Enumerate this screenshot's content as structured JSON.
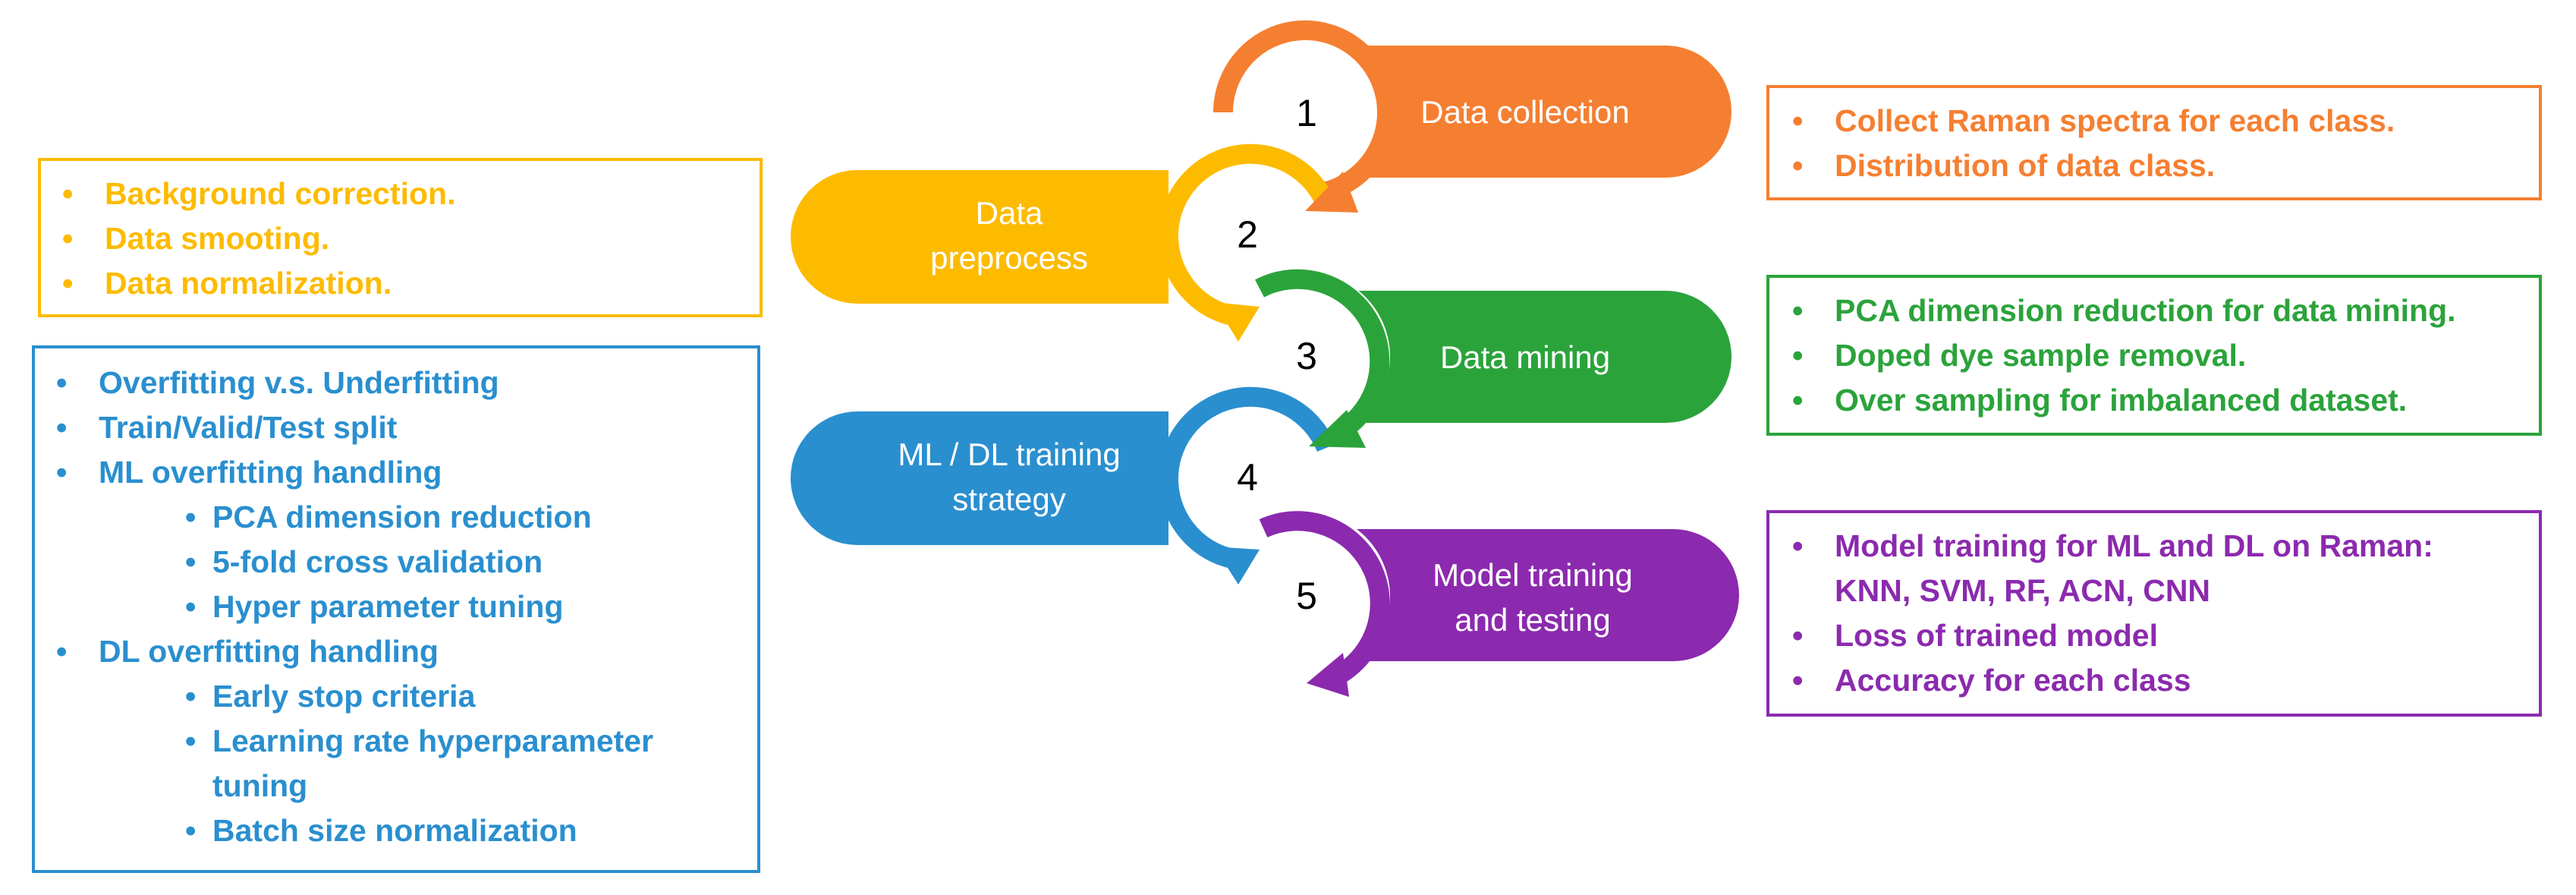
{
  "colors": {
    "orange": "#F57F31",
    "yellow": "#FDBB00",
    "green": "#2BA33B",
    "blue": "#2A8FCF",
    "purple": "#8B2AAE",
    "step_number": "#000000",
    "pill_text": "#ffffff"
  },
  "steps": [
    {
      "number": "1",
      "label_lines": [
        "Data collection"
      ]
    },
    {
      "number": "2",
      "label_lines": [
        "Data",
        "preprocess"
      ]
    },
    {
      "number": "3",
      "label_lines": [
        "Data mining"
      ]
    },
    {
      "number": "4",
      "label_lines": [
        "ML / DL training",
        "strategy"
      ]
    },
    {
      "number": "5",
      "label_lines": [
        "Model training",
        "and testing"
      ]
    }
  ],
  "boxes": {
    "collection": {
      "items": [
        "Collect Raman spectra for each class.",
        "Distribution of data class."
      ]
    },
    "preprocess": {
      "items": [
        "Background correction.",
        "Data smooting.",
        "Data normalization."
      ]
    },
    "strategy": {
      "items": [
        "Overfitting v.s. Underfitting",
        "Train/Valid/Test split",
        "ML overfitting handling",
        "PCA dimension reduction",
        "5-fold cross validation",
        "Hyper parameter tuning",
        "DL overfitting handling",
        "Early stop criteria",
        "Learning rate hyperparameter tuning",
        "Batch size normalization"
      ]
    },
    "mining": {
      "items": [
        "PCA dimension reduction for data mining.",
        "Doped dye sample removal.",
        "Over sampling for imbalanced dataset."
      ]
    },
    "training": {
      "items": [
        "Model training for ML and DL on Raman: KNN, SVM, RF, ACN, CNN",
        "Loss of trained model",
        "Accuracy for each class"
      ]
    }
  },
  "bullet": "•"
}
